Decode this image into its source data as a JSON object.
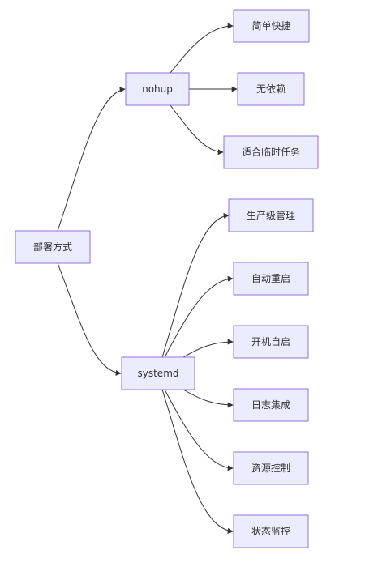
{
  "diagram": {
    "type": "flowchart",
    "direction": "left-to-right",
    "colors": {
      "node_fill": "#ECECFF",
      "node_border": "#9370DB",
      "edge": "#333333",
      "text": "#333333",
      "background": "#FFFFFF"
    },
    "nodes": {
      "root": "部署方式",
      "nohup": "nohup",
      "systemd": "systemd",
      "nohup_1": "简单快捷",
      "nohup_2": "无依赖",
      "nohup_3": "适合临时任务",
      "systemd_1": "生产级管理",
      "systemd_2": "自动重启",
      "systemd_3": "开机自启",
      "systemd_4": "日志集成",
      "systemd_5": "资源控制",
      "systemd_6": "状态监控"
    },
    "edges": [
      [
        "root",
        "nohup"
      ],
      [
        "root",
        "systemd"
      ],
      [
        "nohup",
        "nohup_1"
      ],
      [
        "nohup",
        "nohup_2"
      ],
      [
        "nohup",
        "nohup_3"
      ],
      [
        "systemd",
        "systemd_1"
      ],
      [
        "systemd",
        "systemd_2"
      ],
      [
        "systemd",
        "systemd_3"
      ],
      [
        "systemd",
        "systemd_4"
      ],
      [
        "systemd",
        "systemd_5"
      ],
      [
        "systemd",
        "systemd_6"
      ]
    ]
  }
}
